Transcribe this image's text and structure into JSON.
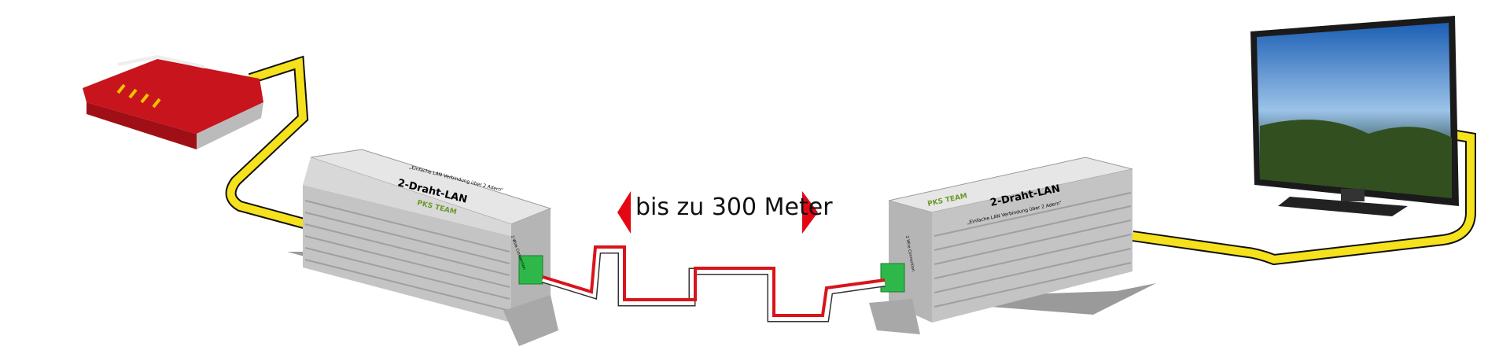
{
  "distance_label": "bis zu 300 Meter",
  "device_left": {
    "name": "2-Draht-LAN",
    "brand": "PKS TEAM",
    "slogan": "„Einfache LAN Verbindung über 2 Adern“",
    "port_label": "2 Wire Connection"
  },
  "device_right": {
    "name": "2-Draht-LAN",
    "brand": "PKS TEAM",
    "slogan": "„Einfache LAN Verbindung über 2 Adern“",
    "port_label": "2 Wire Connection"
  },
  "colors": {
    "ethernet_cable": "#f5e11c",
    "arrow": "#e30613",
    "wire_red": "#d9141b",
    "housing": "#c8c8c8",
    "terminal": "#2fb84a",
    "router": "#c8141c"
  }
}
